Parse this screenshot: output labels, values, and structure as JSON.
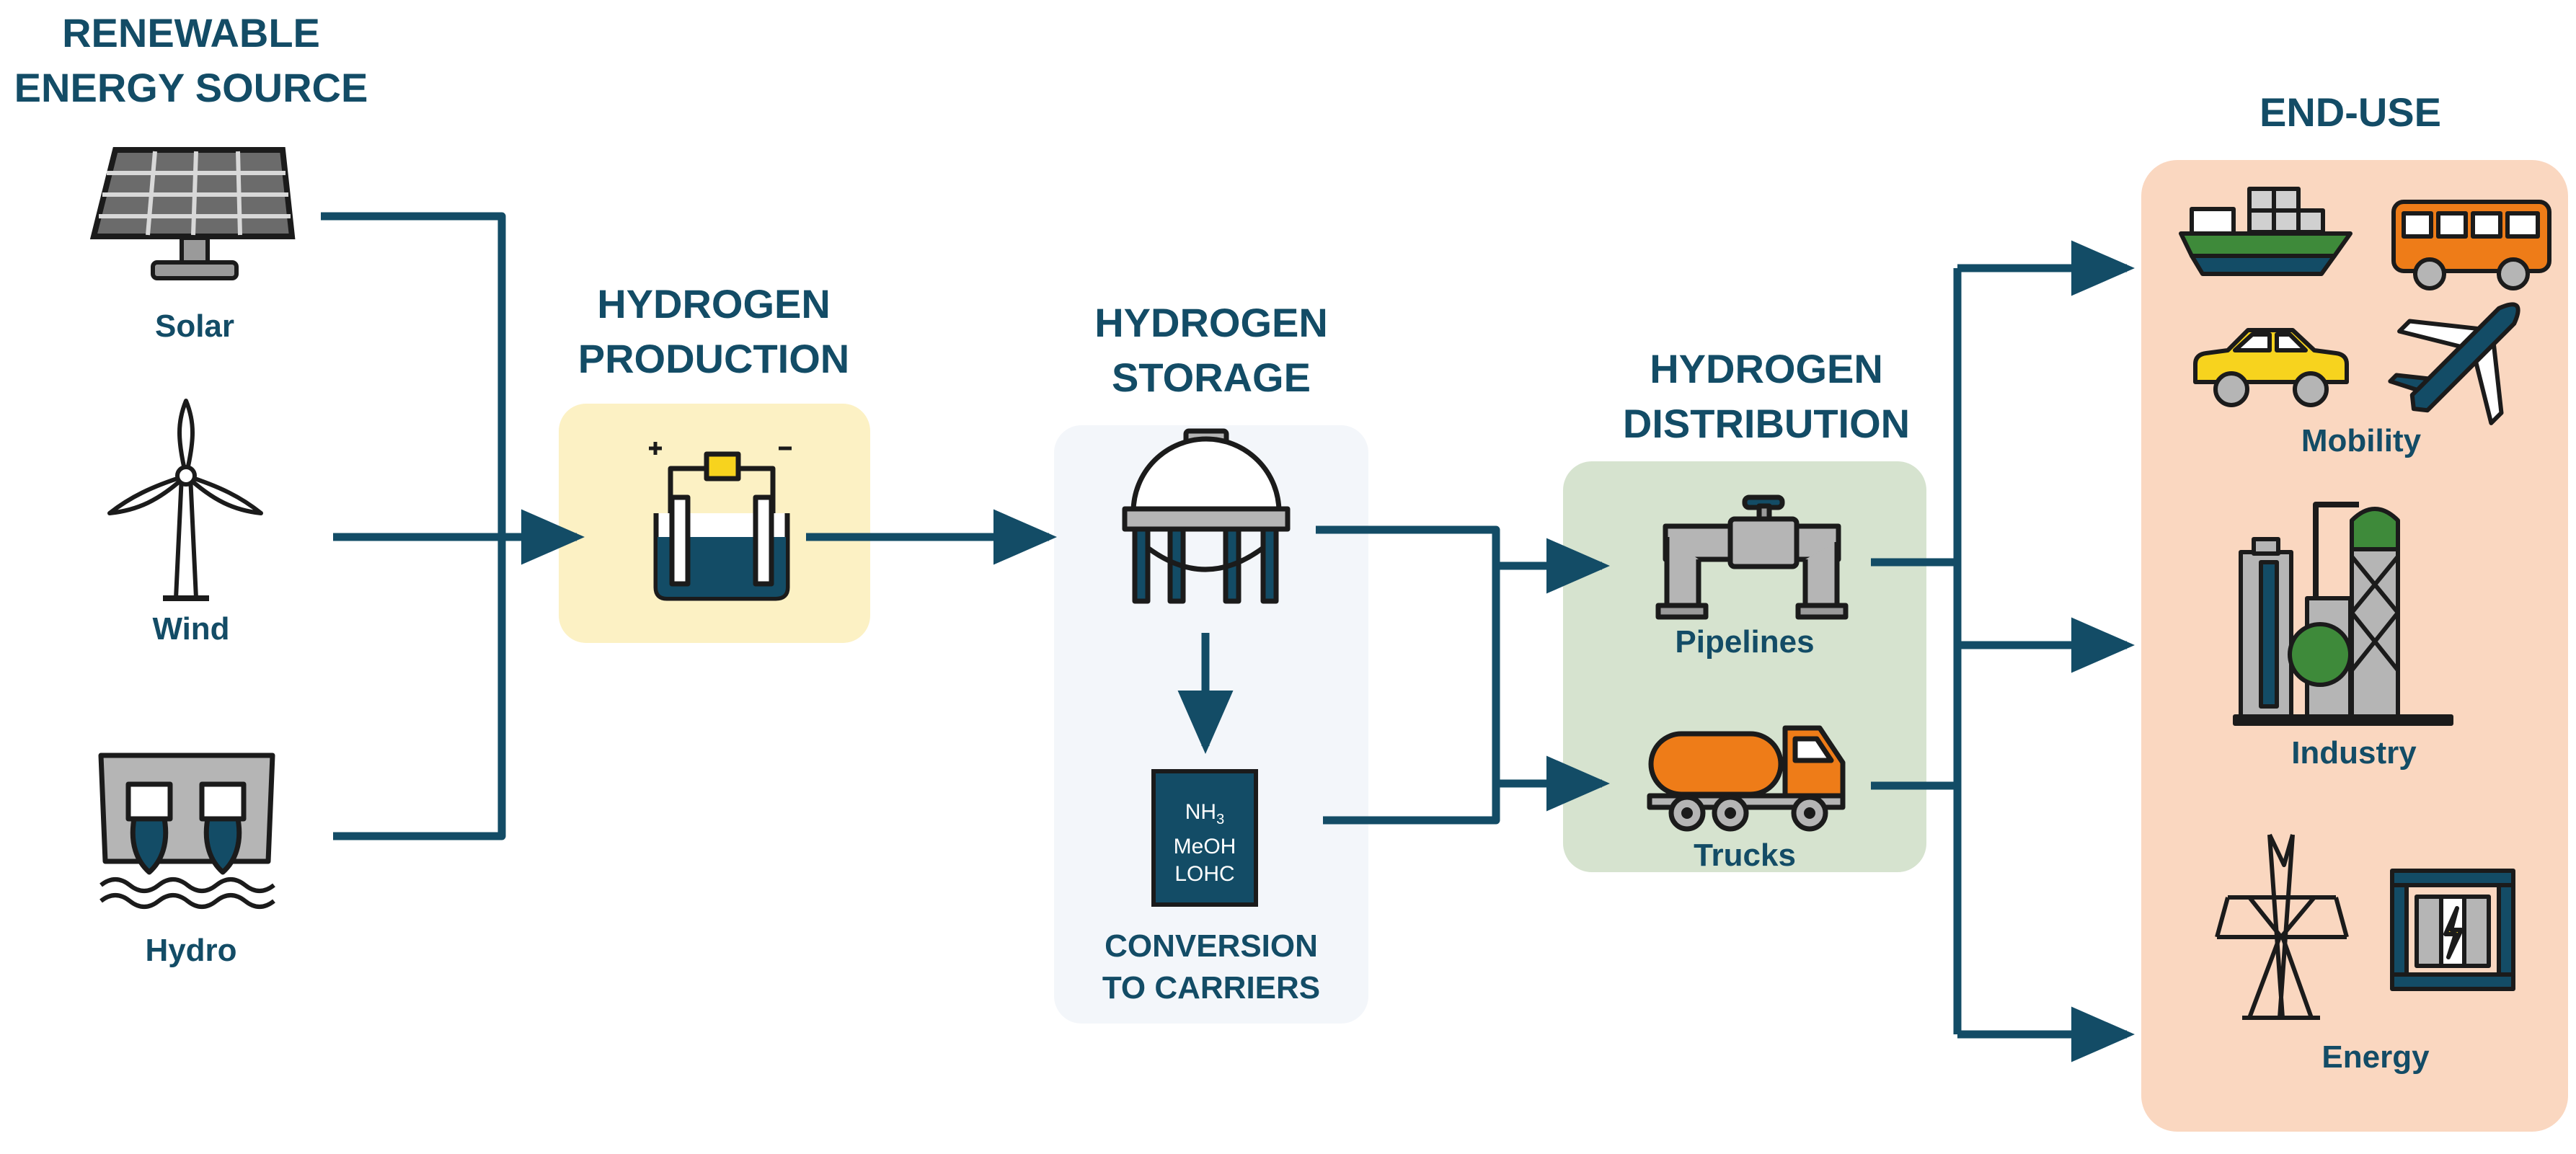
{
  "stages": {
    "source": {
      "title_line1": "RENEWABLE",
      "title_line2": "ENERGY SOURCE",
      "items": [
        "Solar",
        "Wind",
        "Hydro"
      ]
    },
    "production": {
      "title_line1": "HYDROGEN",
      "title_line2": "PRODUCTION"
    },
    "storage": {
      "title_line1": "HYDROGEN",
      "title_line2": "STORAGE",
      "conversion_line1": "CONVERSION",
      "conversion_line2": "TO CARRIERS",
      "carriers": {
        "nh3_base": "NH",
        "nh3_sub": "3",
        "meoh": "MeOH",
        "lohc": "LOHC"
      }
    },
    "distribution": {
      "title_line1": "HYDROGEN",
      "title_line2": "DISTRIBUTION",
      "items": [
        "Pipelines",
        "Trucks"
      ]
    },
    "enduse": {
      "title": "END-USE",
      "items": [
        "Mobility",
        "Industry",
        "Energy"
      ]
    }
  },
  "colors": {
    "primary": "#134c66",
    "production_bg": "#fcf1c4",
    "storage_bg": "#f3f6fa",
    "distribution_bg": "#d6e3cf",
    "enduse_bg": "#fad7c0",
    "accent_orange": "#ee7c18",
    "accent_green": "#3e8a3a",
    "accent_yellow": "#f7d31e",
    "metal_gray": "#b5b5b5"
  }
}
